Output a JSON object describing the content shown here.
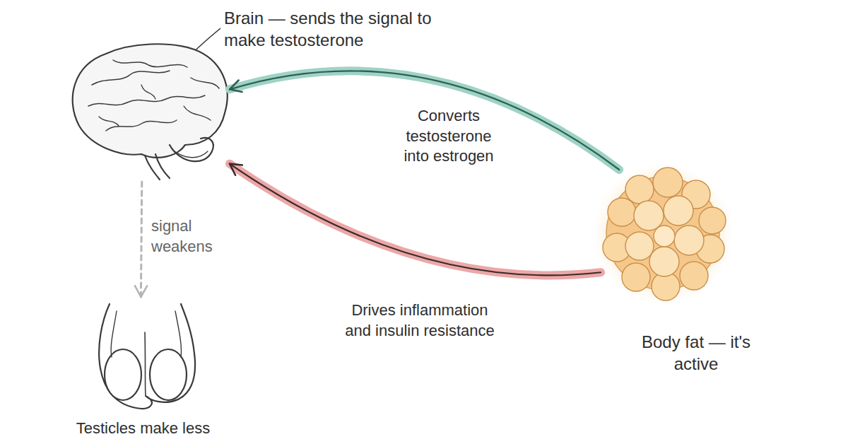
{
  "diagram": {
    "nodes": [
      {
        "text": [
          "Brain — sends the signal to make testosterone"
        ]
      },
      {
        "text": [
          "Testicles make less"
        ]
      },
      {
        "text": [
          "Body fat — it's active"
        ]
      }
    ],
    "edges": [
      {
        "from": 2,
        "to": 0,
        "label": "Converts testosterone into estrogen",
        "arrow": "to"
      },
      {
        "from": 2,
        "to": 0,
        "label": "Drives inflammation and insulin resistance",
        "arrow": "to"
      },
      {
        "from": 0,
        "to": 1,
        "label": "signal weakens",
        "arrow": "to"
      }
    ]
  }
}
